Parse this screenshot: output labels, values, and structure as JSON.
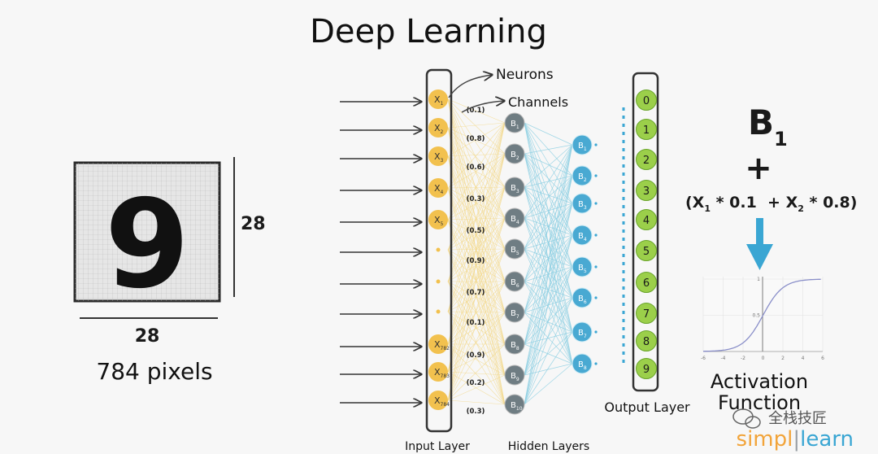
{
  "title": "Deep Learning",
  "image_panel": {
    "digit": "9",
    "height_label": "28",
    "width_label": "28",
    "pixels_label": "784 pixels"
  },
  "annotations": {
    "neurons": "Neurons",
    "channels": "Channels"
  },
  "input_neurons": [
    {
      "label": "X",
      "sub": "1"
    },
    {
      "label": "X",
      "sub": "2"
    },
    {
      "label": "X",
      "sub": "3"
    },
    {
      "label": "X",
      "sub": "4"
    },
    {
      "label": "X",
      "sub": "5"
    },
    {
      "label": "",
      "sub": ""
    },
    {
      "label": "",
      "sub": ""
    },
    {
      "label": "",
      "sub": ""
    },
    {
      "label": "X",
      "sub": "782"
    },
    {
      "label": "X",
      "sub": "783"
    },
    {
      "label": "X",
      "sub": "784"
    }
  ],
  "weights": [
    "(0.1)",
    "(0.8)",
    "(0.6)",
    "(0.3)",
    "(0.5)",
    "(0.9)",
    "(0.7)",
    "(0.1)",
    "(0.9)",
    "(0.2)",
    "(0.3)"
  ],
  "hidden_layer_1": [
    "1",
    "2",
    "3",
    "4",
    "5",
    "6",
    "7",
    "8",
    "9",
    "10"
  ],
  "hidden_layer_2": [
    "1",
    "2",
    "3",
    "4",
    "5",
    "6",
    "7",
    "8"
  ],
  "output_nodes": [
    "0",
    "1",
    "2",
    "3",
    "4",
    "5",
    "6",
    "7",
    "8",
    "9"
  ],
  "labels": {
    "input_layer": "Input Layer",
    "hidden_layers": "Hidden Layers",
    "output_layer": "Output Layer"
  },
  "formula": {
    "bias": "B",
    "bias_sub": "1",
    "plus": "+",
    "expr_open": "(X",
    "expr_sub1": "1",
    "expr_mid": " * 0.1  + X",
    "expr_sub2": "2",
    "expr_end": " * 0.8)"
  },
  "activation": {
    "label_line1": "Activation",
    "label_line2": "Function",
    "x_ticks": [
      "-6",
      "-4",
      "-2",
      "0",
      "2",
      "4",
      "6"
    ],
    "y_ticks": [
      "0.5",
      "1"
    ]
  },
  "watermark": {
    "chinese": "全栈技匠",
    "brand_a": "simpl",
    "brand_b": "learn"
  },
  "colors": {
    "input_node": "#f2c14e",
    "hidden1_node": "#6f7d83",
    "hidden2_node": "#49a9d2",
    "output_node": "#9bcf4a",
    "arrow_blue": "#3aa6d3",
    "link_yellow": "#f3d98c",
    "link_blue": "#8fd0e3"
  }
}
